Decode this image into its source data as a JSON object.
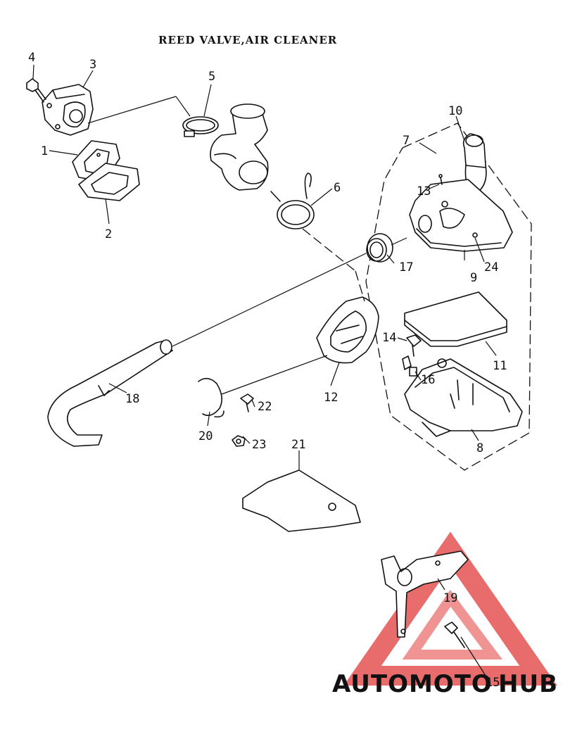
{
  "title": "REED VALVE,AIR CLEANER",
  "callouts": [
    "1",
    "2",
    "3",
    "4",
    "5",
    "6",
    "7",
    "8",
    "9",
    "10",
    "11",
    "12",
    "13",
    "14",
    "15",
    "16",
    "17",
    "18",
    "19",
    "20",
    "21",
    "22",
    "23",
    "24"
  ],
  "watermark": {
    "part1": "AUTOMOTO",
    "part2": "HUB",
    "color_primary": "#f0a5a5",
    "color_secondary": "#8c8c8c",
    "color_triangle": "#e23b3b"
  }
}
